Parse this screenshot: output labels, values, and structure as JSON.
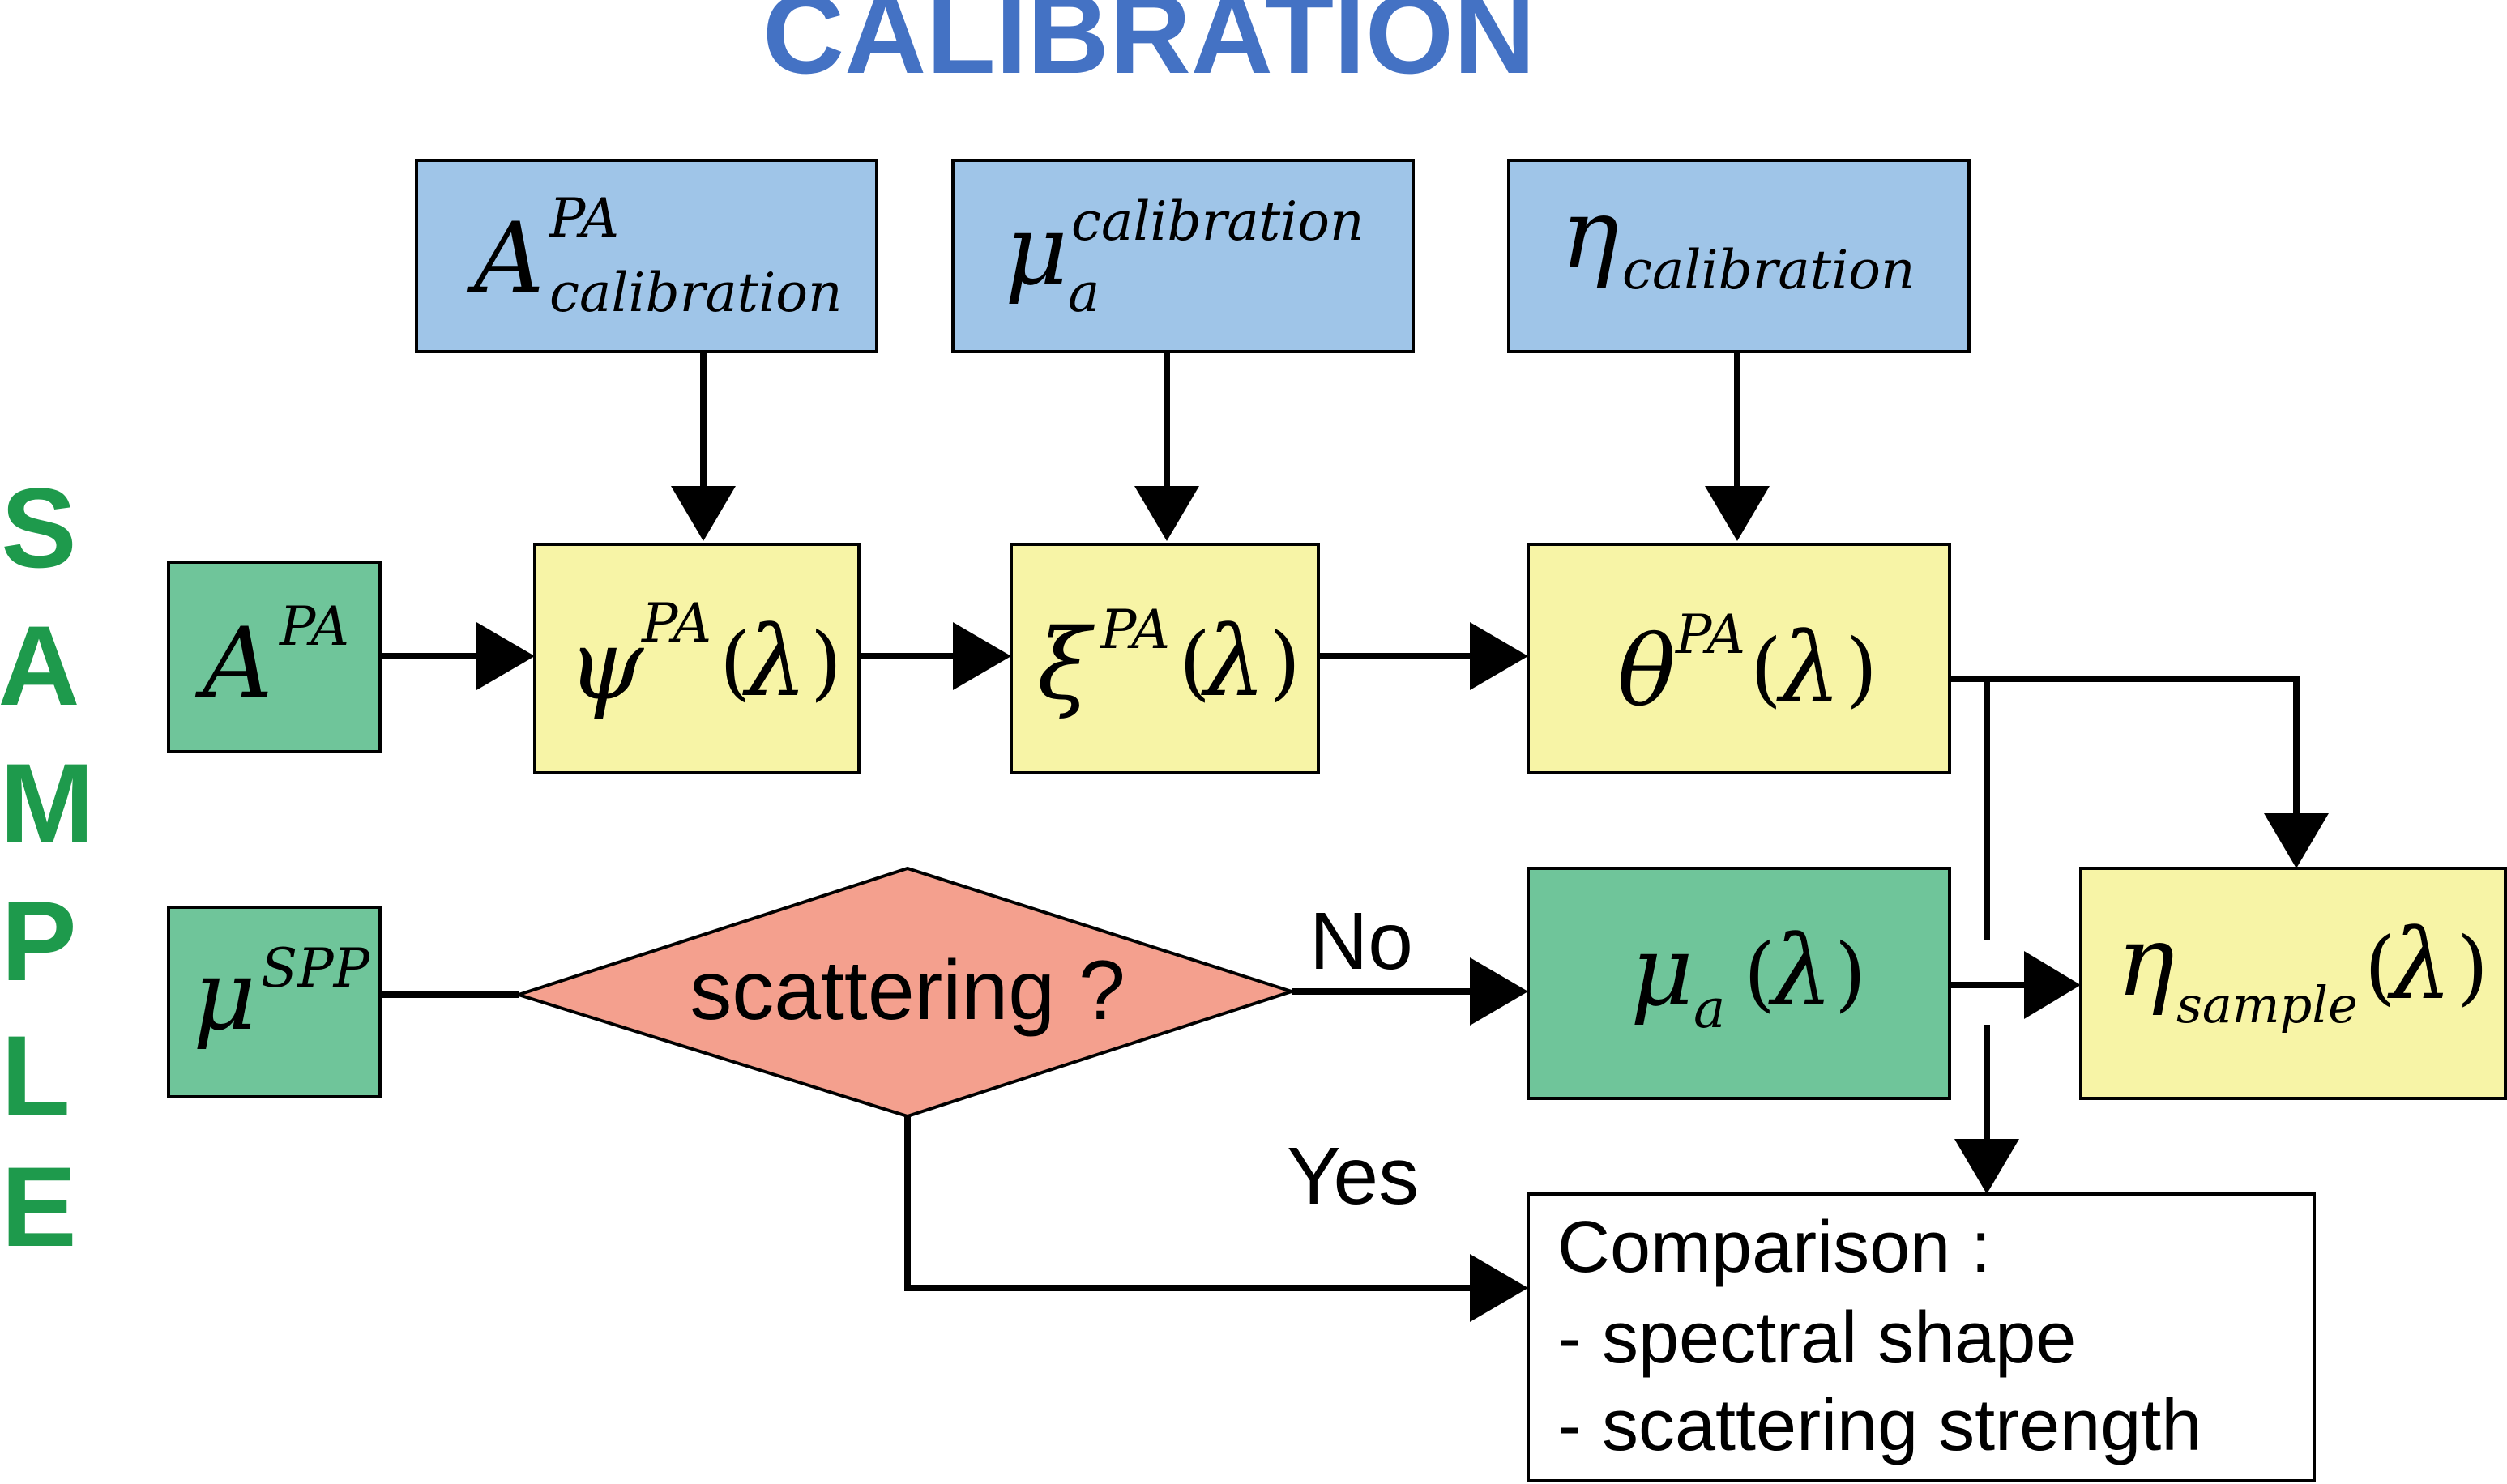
{
  "headers": {
    "calibration": "CALIBRATION",
    "sample": [
      "S",
      "A",
      "M",
      "P",
      "L",
      "E"
    ]
  },
  "colors": {
    "calibration_header": "#4472c4",
    "sample_header": "#1e9a4c",
    "calibration_box": "#9fc5e8",
    "sample_box": "#6fc59a",
    "process_box": "#f7f4a6",
    "decision": "#f4a08e",
    "output_box": "#ffffff"
  },
  "calibration_boxes": {
    "a_pa_calibration": {
      "base": "A",
      "sup": "PA",
      "sub": "calibration"
    },
    "mu_a_calibration": {
      "base": "μ",
      "sup": "calibration",
      "sub": "a"
    },
    "eta_calibration": {
      "base": "η",
      "sub": "calibration"
    }
  },
  "sample_boxes": {
    "a_pa": {
      "base": "A",
      "sup": "PA"
    },
    "mu_spp": {
      "base": "μ",
      "sup": "SPP"
    },
    "mu_a_lambda": {
      "base": "μ",
      "sub": "a",
      "lp": "(",
      "arg": "λ",
      "rp": ")"
    }
  },
  "process_boxes": {
    "psi": {
      "base": "ψ",
      "sup": "PA",
      "lp": "(",
      "arg": "λ",
      "rp": ")"
    },
    "xi": {
      "base": "ξ",
      "sup": "PA",
      "lp": "(",
      "arg": "λ",
      "rp": ")"
    },
    "theta": {
      "base": "θ",
      "sup": "PA",
      "lp": "(",
      "arg": "λ",
      "rp": ")"
    },
    "eta_sample": {
      "base": "η",
      "sub": "sample",
      "lp": "(",
      "arg": "λ",
      "rp": ")"
    }
  },
  "decision": {
    "label": "scattering ?"
  },
  "edge_labels": {
    "no": "No",
    "yes": "Yes"
  },
  "comparison": {
    "title": "Comparison :",
    "items": [
      "- spectral shape",
      "- scattering strength"
    ]
  }
}
